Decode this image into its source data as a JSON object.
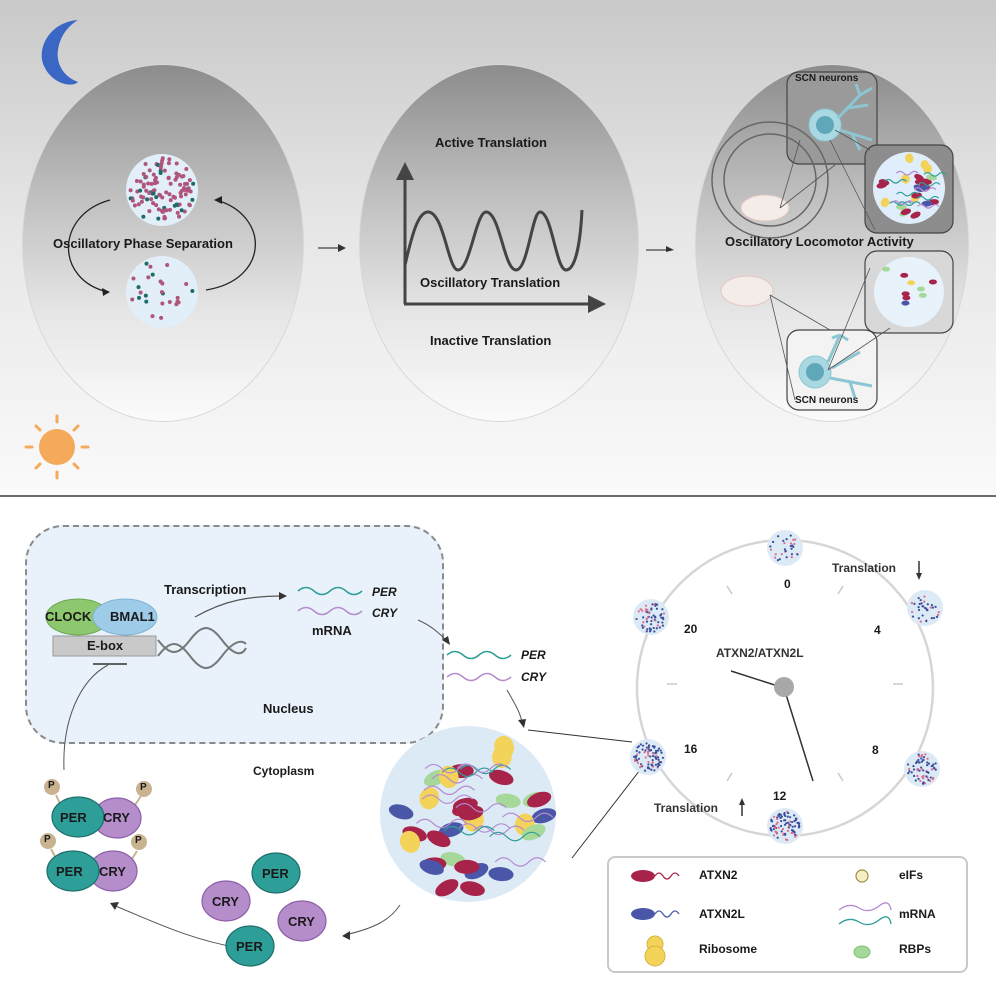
{
  "top_panel": {
    "moon_icon": "moon-icon",
    "sun_icon": "sun-icon",
    "panel1": {
      "title": "Oscillatory Phase Separation"
    },
    "panel2": {
      "top_label": "Active Translation",
      "middle_label": "Oscillatory Translation",
      "bottom_label": "Inactive Translation"
    },
    "panel3": {
      "top_inset_label": "SCN neurons",
      "title": "Oscillatory Locomotor Activity",
      "bottom_inset_label": "SCN neurons"
    }
  },
  "bottom_panel": {
    "nucleus": {
      "label": "Nucleus",
      "clock": "CLOCK",
      "bmal1": "BMAL1",
      "ebox": "E-box",
      "transcription": "Transcription",
      "mrna_per": "PER",
      "mrna_cry": "CRY",
      "mrna_label": "mRNA"
    },
    "cytoplasm": {
      "label": "Cytoplasm",
      "mrna_per": "PER",
      "mrna_cry": "CRY",
      "phospho": "P",
      "per": "PER",
      "cry": "CRY"
    },
    "clock_face": {
      "center_label": "ATXN2/ATXN2L",
      "hours": [
        "0",
        "4",
        "8",
        "12",
        "16",
        "20"
      ],
      "translation_down": "Translation",
      "translation_up": "Translation"
    },
    "legend": {
      "items": [
        {
          "label": "ATXN2",
          "color": "#a8234a"
        },
        {
          "label": "ATXN2L",
          "color": "#4a57a8"
        },
        {
          "label": "Ribosome",
          "color": "#f3d35a"
        },
        {
          "label": "eIFs",
          "color": "#f4f0c4"
        },
        {
          "label": "mRNA",
          "color": "#b48ad0"
        },
        {
          "label": "RBPs",
          "color": "#a6d89a"
        }
      ]
    }
  },
  "colors": {
    "moon": "#3a66c4",
    "sun": "#f5a95a",
    "per": "#2e9e98",
    "cry": "#b58dcb",
    "clock_protein": "#8dc76e",
    "bmal1_protein": "#9ecbe8",
    "phospho": "#c9b28f",
    "droplet_bg": "#dceaf6"
  }
}
